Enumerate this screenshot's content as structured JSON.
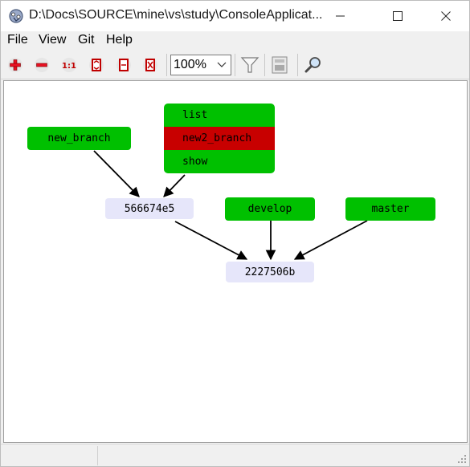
{
  "window": {
    "title": "D:\\Docs\\SOURCE\\mine\\vs\\study\\ConsoleApplicat..."
  },
  "menu": {
    "file": "File",
    "view": "View",
    "git": "Git",
    "help": "Help"
  },
  "toolbar": {
    "zoom_in": "zoom-in-icon",
    "zoom_out": "zoom-out-icon",
    "actual_size": "1:1",
    "zoom_value": "100%",
    "colors": {
      "zoom_in": "#e81123",
      "zoom_out": "#e81123",
      "fit": "#c00000"
    }
  },
  "graph": {
    "branches": {
      "new_branch": "new_branch",
      "list": "list",
      "new2_branch": "new2_branch",
      "show": "show",
      "develop": "develop",
      "master": "master"
    },
    "commits": {
      "c1": "566674e5",
      "c2": "2227506b"
    },
    "colors": {
      "branch": "#00c000",
      "head_branch": "#c80000",
      "commit": "#e6e6fa",
      "edge": "#000000"
    }
  }
}
